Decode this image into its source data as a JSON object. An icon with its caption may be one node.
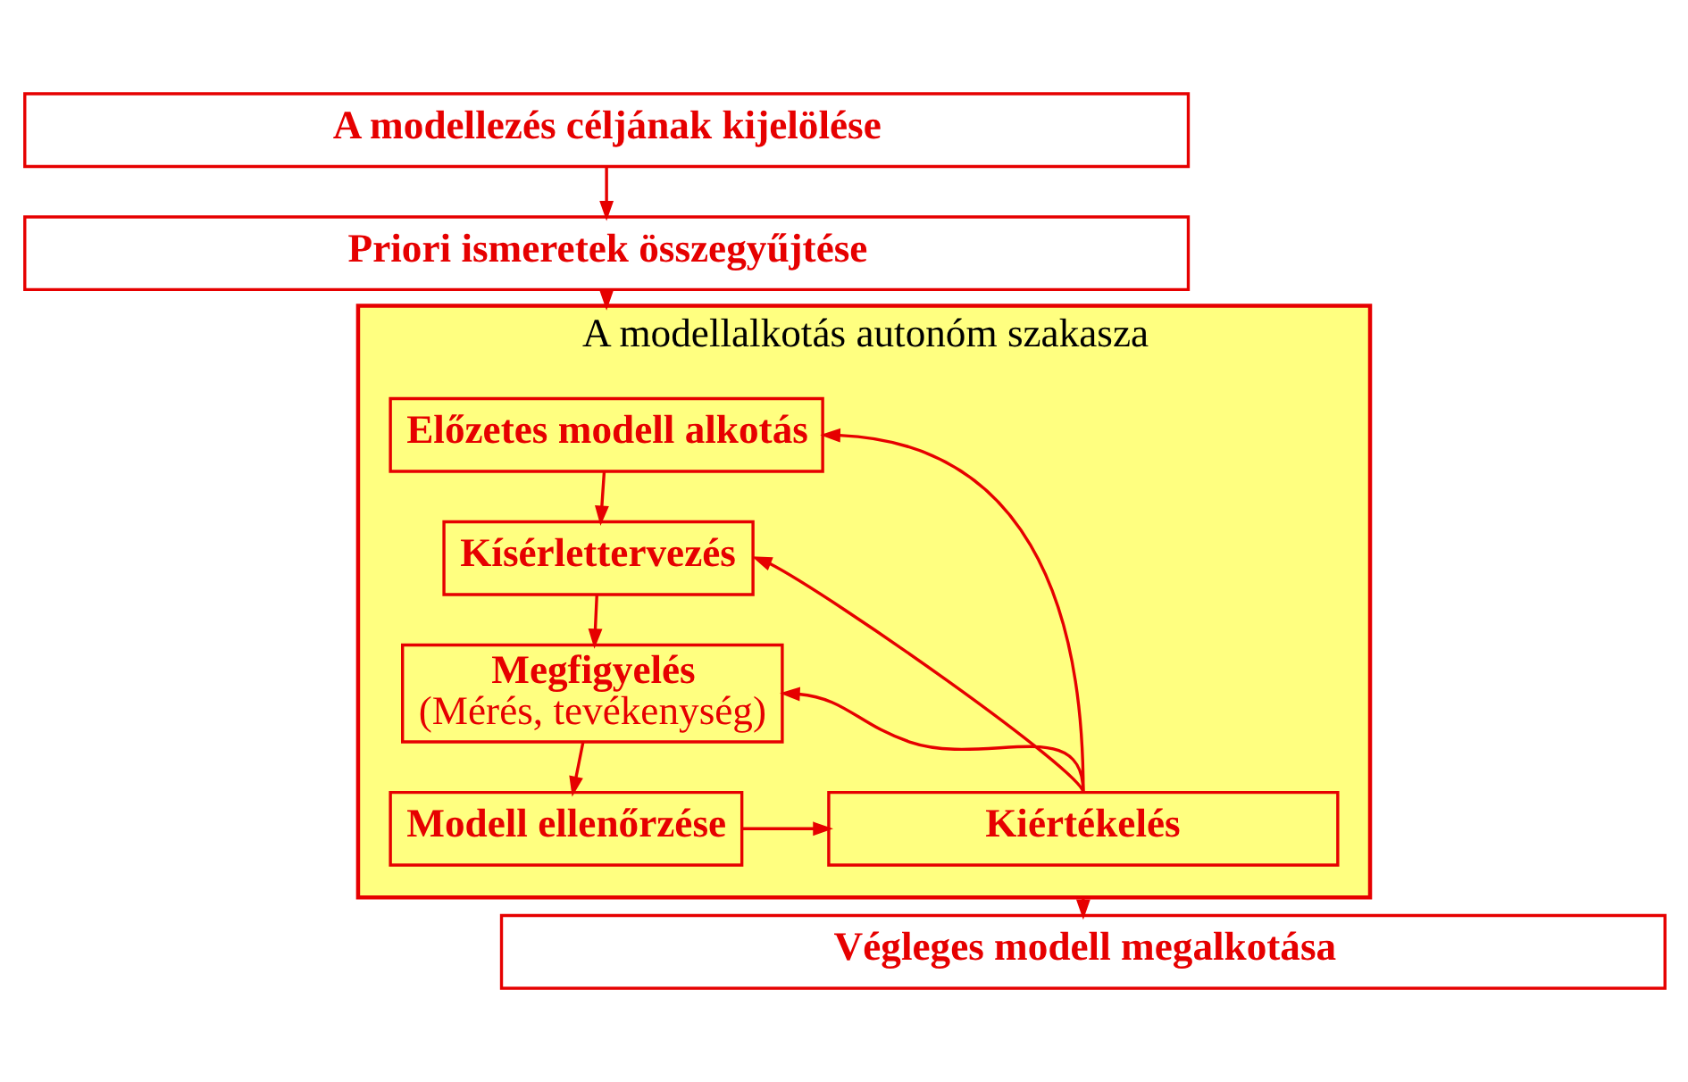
{
  "diagram": {
    "nodes": [
      {
        "text": [
          "A modellezés céljának kijelölése"
        ]
      },
      {
        "text": [
          "Priori ismeretek összegyűjtése"
        ]
      },
      {
        "text": [
          "A modellalkotás autonóm szakasza"
        ]
      },
      {
        "text": [
          "Előzetes modell alkotás"
        ],
        "in": 2
      },
      {
        "text": [
          "Kísérlettervezés"
        ],
        "in": 2
      },
      {
        "text": [
          "Megfigyelés",
          "(Mérés, tevékenység)"
        ],
        "in": 2
      },
      {
        "text": [
          "Modell ellenőrzése"
        ],
        "in": 2
      },
      {
        "text": [
          "Kiértékelés"
        ],
        "in": 2
      },
      {
        "text": [
          "Végleges modell megalkotása"
        ]
      }
    ],
    "edges": [
      {
        "from": 0,
        "to": 1,
        "arrow": "to"
      },
      {
        "from": 1,
        "to": 2,
        "arrow": "to"
      },
      {
        "from": 3,
        "to": 4,
        "arrow": "to"
      },
      {
        "from": 4,
        "to": 5,
        "arrow": "to"
      },
      {
        "from": 5,
        "to": 6,
        "arrow": "to"
      },
      {
        "from": 6,
        "to": 7,
        "arrow": "to"
      },
      {
        "from": 7,
        "to": 5,
        "arrow": "to"
      },
      {
        "from": 7,
        "to": 4,
        "arrow": "to"
      },
      {
        "from": 7,
        "to": 3,
        "arrow": "to"
      },
      {
        "from": 2,
        "to": 8,
        "arrow": "to"
      }
    ]
  }
}
